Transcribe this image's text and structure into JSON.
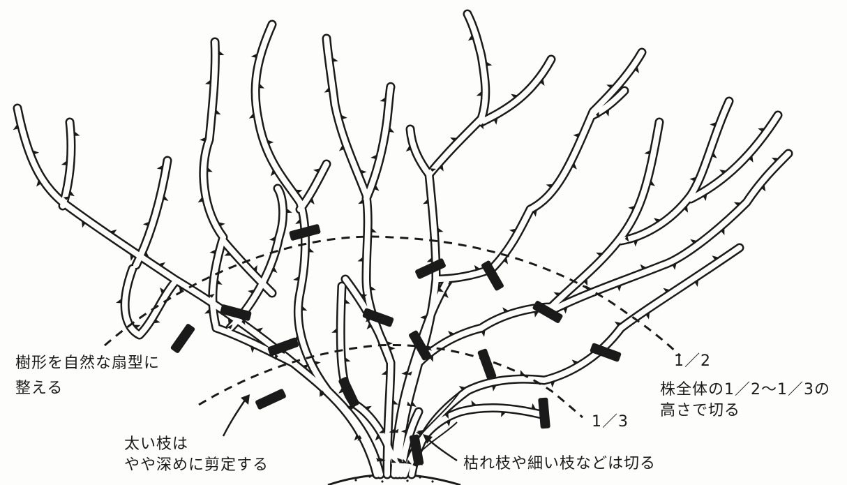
{
  "colors": {
    "ink": "#1a1a1a",
    "paper": "#fdfdfb"
  },
  "labels": {
    "fan_shape_line1": "樹形を自然な扇型に",
    "fan_shape_line2": "整える",
    "thick_branch_line1": "太い枝は",
    "thick_branch_line2": "やや深めに剪定する",
    "dead_branches": "枯れ枝や細い枝などは切る",
    "half": "1／2",
    "third": "1／3",
    "whole_plant_line1": "株全体の1／2〜1／3の",
    "whole_plant_line2": "高さで切る"
  }
}
